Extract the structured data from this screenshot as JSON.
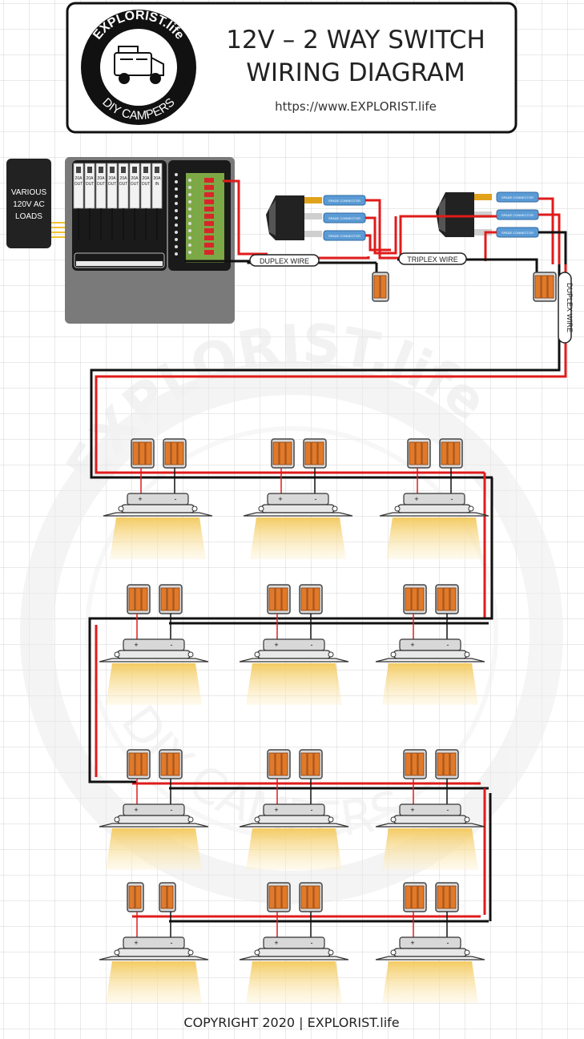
{
  "header": {
    "title_line1": "12V – 2 WAY SWITCH",
    "title_line2": "WIRING DIAGRAM",
    "url": "https://www.EXPLORIST.life"
  },
  "logo": {
    "top_text": "EXPLORIST.life",
    "bottom_text": "DIY CAMPERS"
  },
  "watermark": {
    "text": "EXPLORIST.life",
    "sub_text": "DIY CAMPERS"
  },
  "ac_loads": {
    "line1": "VARIOUS",
    "line2": "120V AC",
    "line3": "LOADS"
  },
  "breakers": [
    {
      "rating": "20A",
      "role": "OUT"
    },
    {
      "rating": "20A",
      "role": "OUT"
    },
    {
      "rating": "20A",
      "role": "OUT"
    },
    {
      "rating": "20A",
      "role": "OUT"
    },
    {
      "rating": "20A",
      "role": "OUT"
    },
    {
      "rating": "20A",
      "role": "OUT"
    },
    {
      "rating": "20A",
      "role": "OUT"
    },
    {
      "rating": "30A",
      "role": "IN"
    }
  ],
  "wire_labels": {
    "duplex_1": "DUPLEX WIRE",
    "triplex": "TRIPLEX WIRE",
    "duplex_2": "DUPLEX WIRE"
  },
  "switch_connector_label": "SPADE CONNECTOR",
  "light_terminals": {
    "positive": "+",
    "negative": "-"
  },
  "footer": {
    "copyright": "COPYRIGHT 2020 | EXPLORIST.life"
  },
  "colors": {
    "positive_wire": "#e01b1b",
    "negative_wire": "#111111",
    "wago_connector": "#e07a2a",
    "panel": "#7a7a7a",
    "grid": "#d6d6d6",
    "light_glow": "#f6d27a"
  }
}
